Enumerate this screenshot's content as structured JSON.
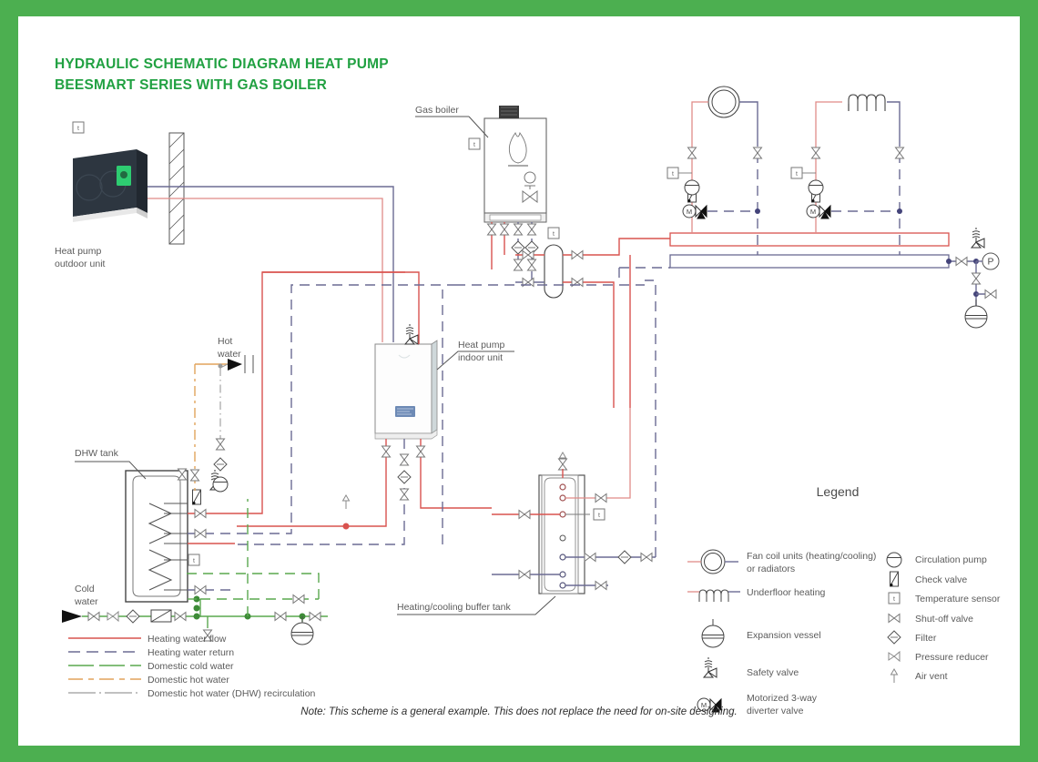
{
  "document": {
    "title_line1": "HYDRAULIC SCHEMATIC DIAGRAM HEAT PUMP",
    "title_line2": "BEESMART SERIES WITH GAS BOILER",
    "note": "Note: This scheme is a general example. This does not replace the need for on-site designing.",
    "border_color": "#4CAF50",
    "title_color": "#21a142",
    "background_color": "#ffffff"
  },
  "equipment_labels": {
    "gas_boiler": "Gas boiler",
    "heat_pump_outdoor": "Heat pump\noutdoor unit",
    "heat_pump_outdoor_l1": "Heat pump",
    "heat_pump_outdoor_l2": "outdoor unit",
    "heat_pump_indoor_l1": "Heat pump",
    "heat_pump_indoor_l2": "indoor unit",
    "dhw_tank": "DHW tank",
    "buffer_tank": "Heating/cooling buffer tank",
    "hot_water_l1": "Hot",
    "hot_water_l2": "water",
    "cold_water_l1": "Cold",
    "cold_water_l2": "water",
    "pressure_gauge": "P",
    "motor_symbol": "M"
  },
  "legend": {
    "title": "Legend",
    "left_items": [
      {
        "icon": "fan-coil-icon",
        "label_l1": "Fan coil units (heating/cooling)",
        "label_l2": "or radiators"
      },
      {
        "icon": "underfloor-heating-icon",
        "label_l1": "Underfloor heating",
        "label_l2": ""
      },
      {
        "icon": "expansion-vessel-icon",
        "label_l1": "Expansion vessel",
        "label_l2": ""
      },
      {
        "icon": "safety-valve-icon",
        "label_l1": "Safety valve",
        "label_l2": ""
      },
      {
        "icon": "motorized-3way-valve-icon",
        "label_l1": "Motorized 3-way",
        "label_l2": "diverter valve"
      }
    ],
    "right_items": [
      {
        "icon": "circulation-pump-icon",
        "label": "Circulation pump"
      },
      {
        "icon": "check-valve-icon",
        "label": "Check valve"
      },
      {
        "icon": "temperature-sensor-icon",
        "label": "Temperature sensor"
      },
      {
        "icon": "shut-off-valve-icon",
        "label": "Shut-off valve"
      },
      {
        "icon": "filter-icon",
        "label": "Filter"
      },
      {
        "icon": "pressure-reducer-icon",
        "label": "Pressure reducer"
      },
      {
        "icon": "air-vent-icon",
        "label": "Air vent"
      }
    ]
  },
  "line_key": [
    {
      "label": "Heating water flow",
      "color": "#d9534f",
      "style": "solid"
    },
    {
      "label": "Heating water return",
      "color": "#6b6b93",
      "style": "dashed"
    },
    {
      "label": "Domestic cold water",
      "color": "#5aa84f",
      "style": "dashed"
    },
    {
      "label": "Domestic hot water",
      "color": "#e2a45c",
      "style": "dash-dot"
    },
    {
      "label": "Domestic hot water (DHW) recirculation",
      "color": "#9a9a9a",
      "style": "dash-dot-dot"
    }
  ]
}
